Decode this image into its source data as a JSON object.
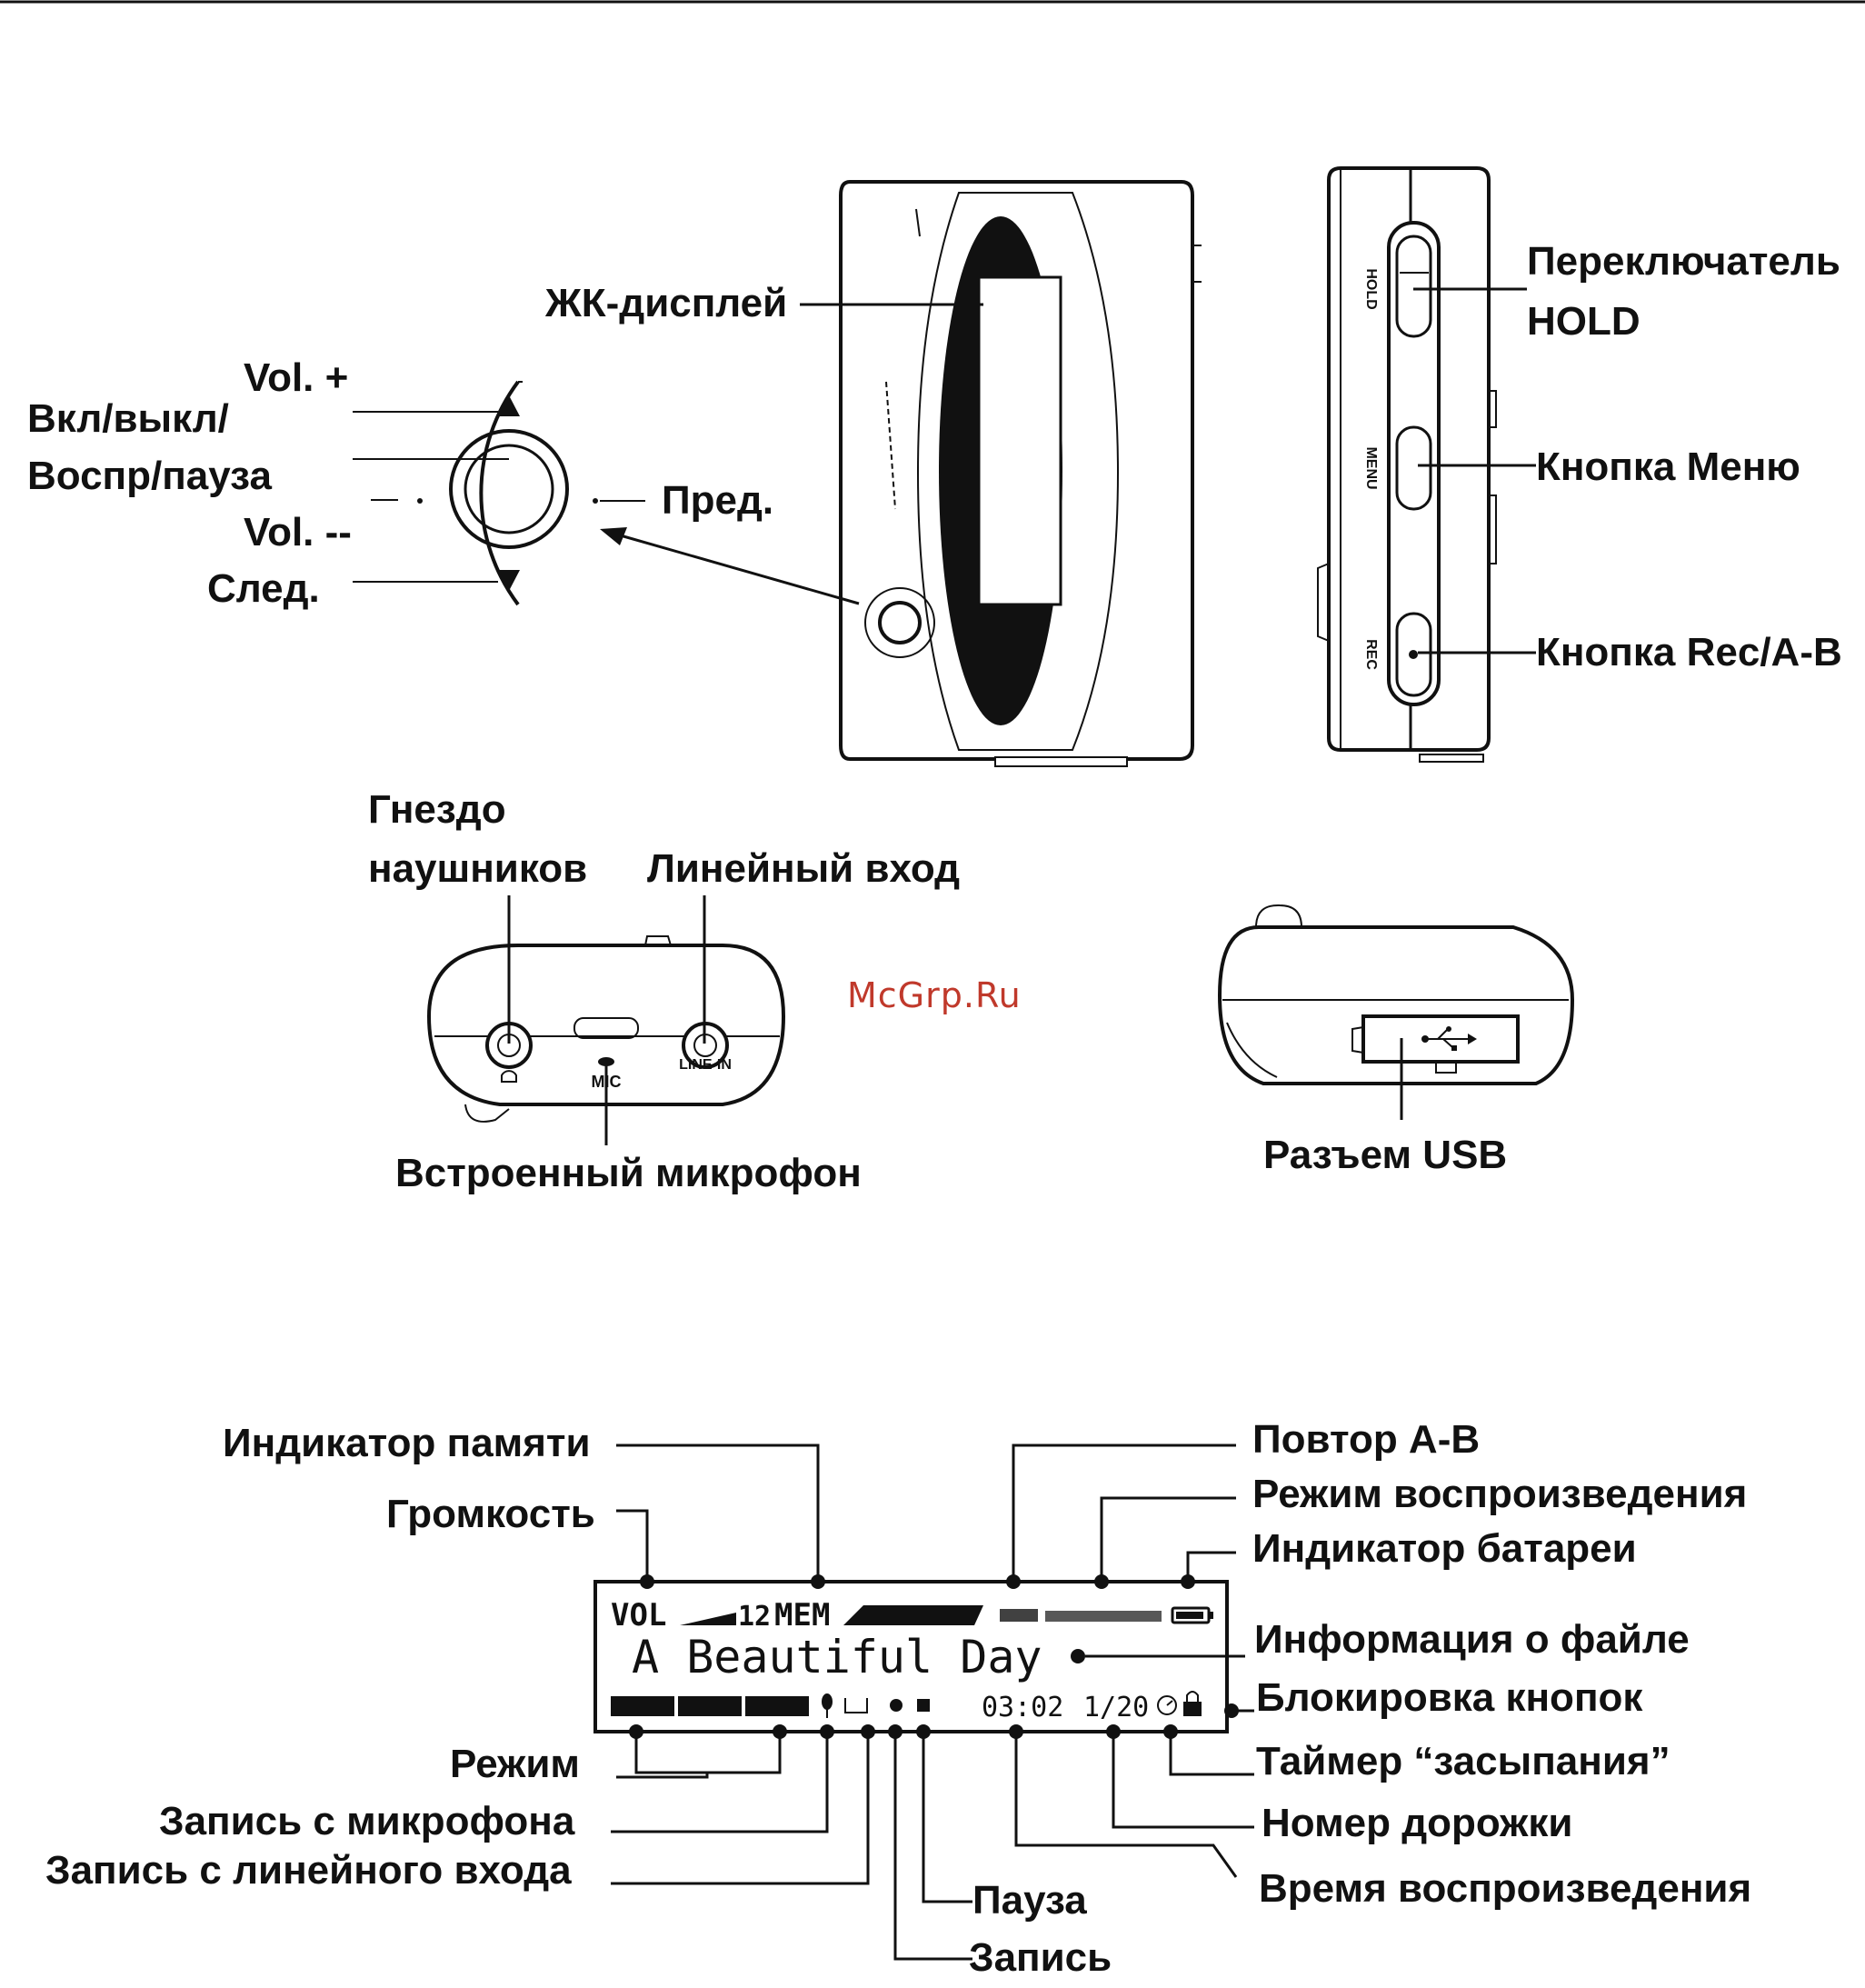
{
  "labels": {
    "lcd": "ЖК-дисплей",
    "vol_plus": "Vol. +",
    "power": "Вкл/выкл/",
    "play_pause": "Воспр/пауза",
    "vol_minus": "Vol. --",
    "next": "След.",
    "prev": "Пред.",
    "hold_switch_1": "Переключатель",
    "hold_switch_2": "HOLD",
    "menu_button": "Кнопка Меню",
    "rec_button": "Кнопка Rec/A-B",
    "headphone_jack_1": "Гнездо",
    "headphone_jack_2": "наушников",
    "line_in": "Линейный вход",
    "builtin_mic": "Встроенный микрофон",
    "usb_port": "Разъем USB",
    "memory_indicator": "Индикатор памяти",
    "volume": "Громкость",
    "repeat_ab": "Повтор A-B",
    "play_mode": "Режим воспроизведения",
    "battery_indicator": "Индикатор батареи",
    "file_info": "Информация о файле",
    "key_lock": "Блокировка кнопок",
    "mode": "Режим",
    "mic_record": "Запись с микрофона",
    "line_record": "Запись с линейного входа",
    "sleep_timer": "Таймер “засыпания”",
    "track_number": "Номер дорожки",
    "play_time": "Время воспроизведения",
    "pause": "Пауза",
    "record": "Запись"
  },
  "device_marks": {
    "hold": "HOLD",
    "menu": "MENU",
    "rec": "REC",
    "mic": "MIC",
    "line_in": "LINE-IN"
  },
  "lcd_screen": {
    "vol": "VOL",
    "vol_level": "12",
    "mem": "MEM",
    "title": "A Beautiful Day",
    "time": "03:02",
    "track": "1/20"
  },
  "watermark": "McGrp.Ru",
  "icons": [
    "triangle-up-icon",
    "triangle-down-icon",
    "headphone-icon",
    "usb-icon",
    "lock-icon",
    "battery-icon",
    "microphone-icon",
    "record-dot-icon",
    "stop-square-icon"
  ]
}
